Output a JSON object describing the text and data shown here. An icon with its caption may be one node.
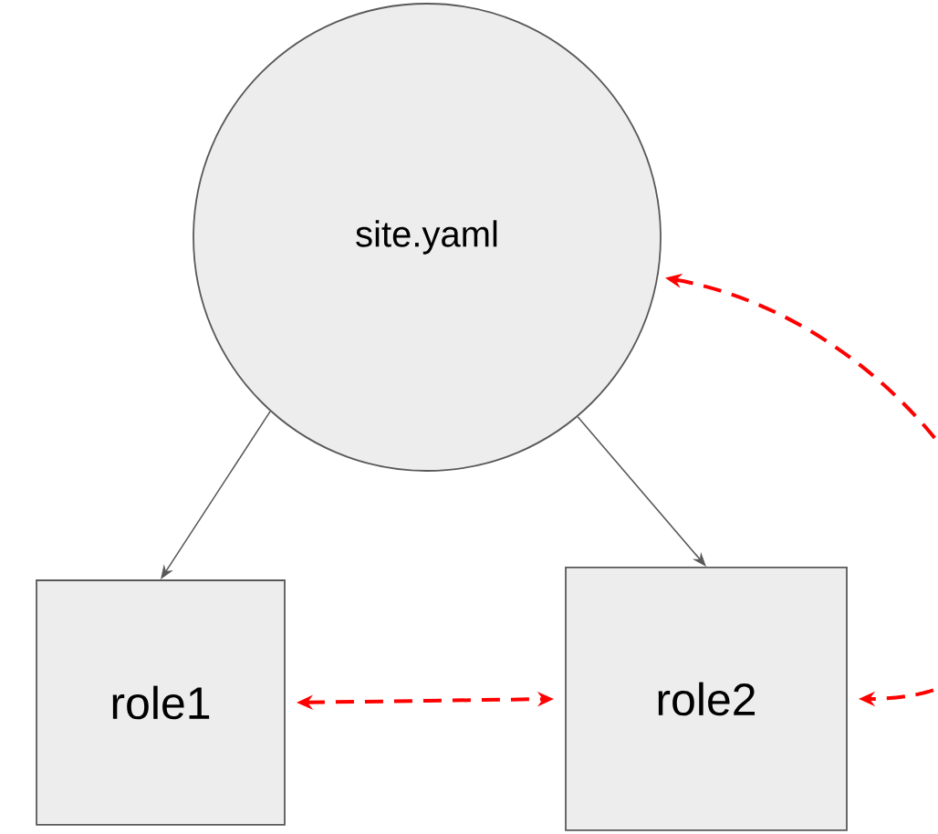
{
  "diagram": {
    "nodes": [
      {
        "text": [
          "site.yaml"
        ]
      },
      {
        "text": [
          "role1"
        ]
      },
      {
        "text": [
          "role2"
        ]
      }
    ],
    "edges": [
      {
        "from": 0,
        "to": 1,
        "arrow": "to"
      },
      {
        "from": 0,
        "to": 2,
        "arrow": "to"
      },
      {
        "from": 1,
        "to": 2,
        "arrow": "both",
        "style": "dashed",
        "color": "#ff0000"
      },
      {
        "from": 0,
        "to": 2,
        "arrow": "both",
        "style": "dashed",
        "color": "#ff0000"
      }
    ]
  }
}
